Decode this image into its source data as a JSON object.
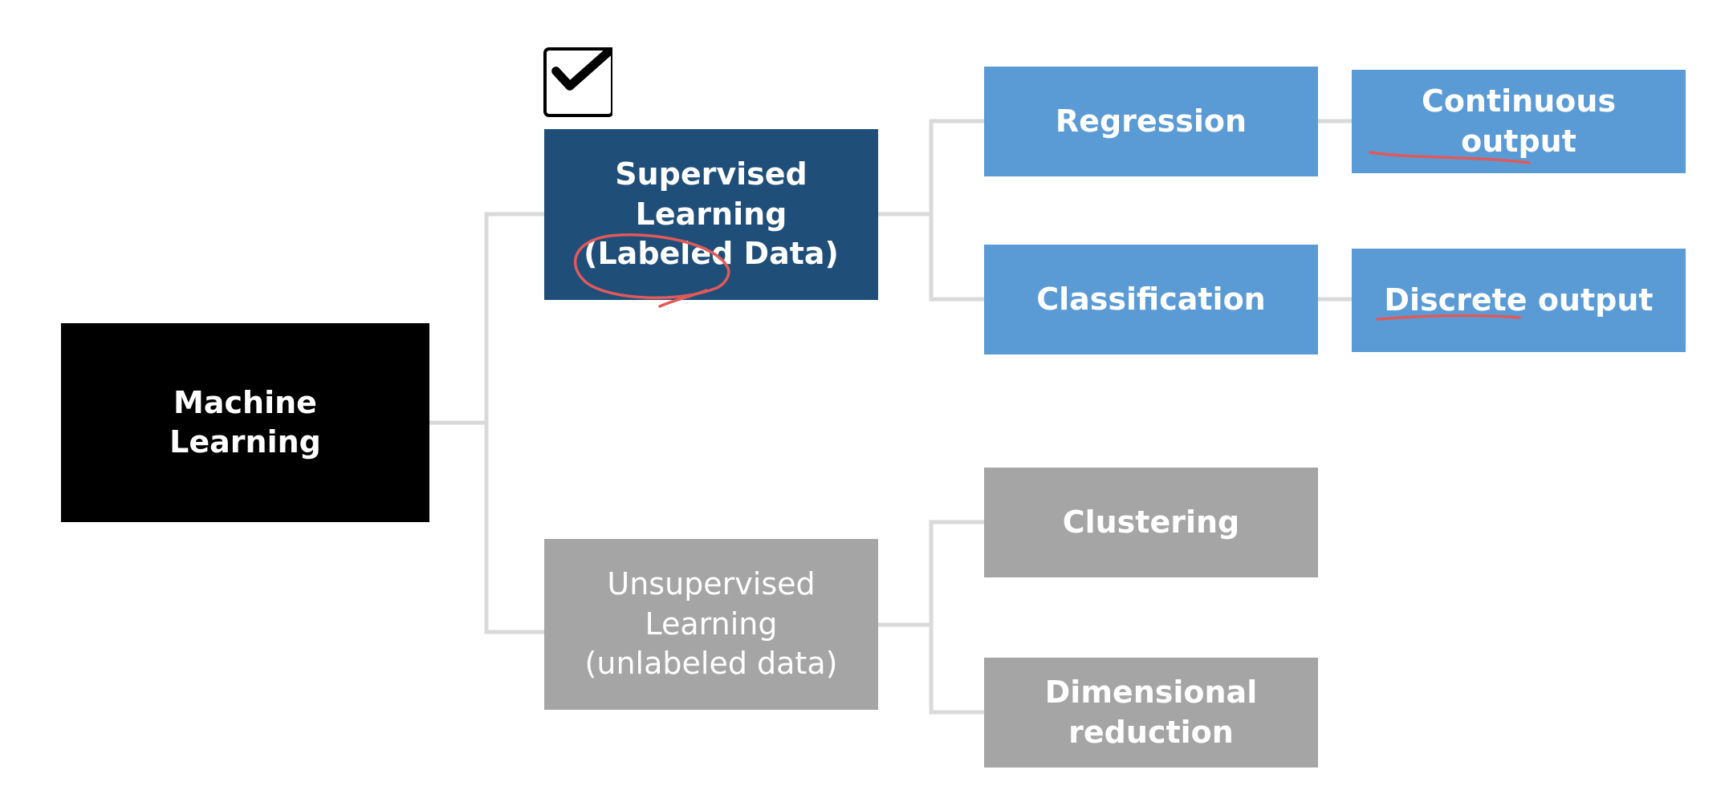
{
  "nodes": {
    "machine_learning": "Machine\nLearning",
    "supervised": "Supervised\nLearning\n(Labeled Data)",
    "unsupervised": "Unsupervised\nLearning\n(unlabeled data)",
    "regression": "Regression",
    "classification": "Classification",
    "clustering": "Clustering",
    "dimensional_reduction": "Dimensional\nreduction",
    "continuous_output": "Continuous output",
    "discrete_output": "Discrete output"
  },
  "colors": {
    "root": "#000000",
    "supervised": "#1f4e79",
    "supervised_children": "#5b9bd5",
    "unsupervised": "#a5a5a5",
    "connector": "#d9d9d9",
    "annotation": "#e05a5a",
    "checkmark": "#000000"
  },
  "icons": {
    "checkbox": "checked-checkbox-icon"
  }
}
